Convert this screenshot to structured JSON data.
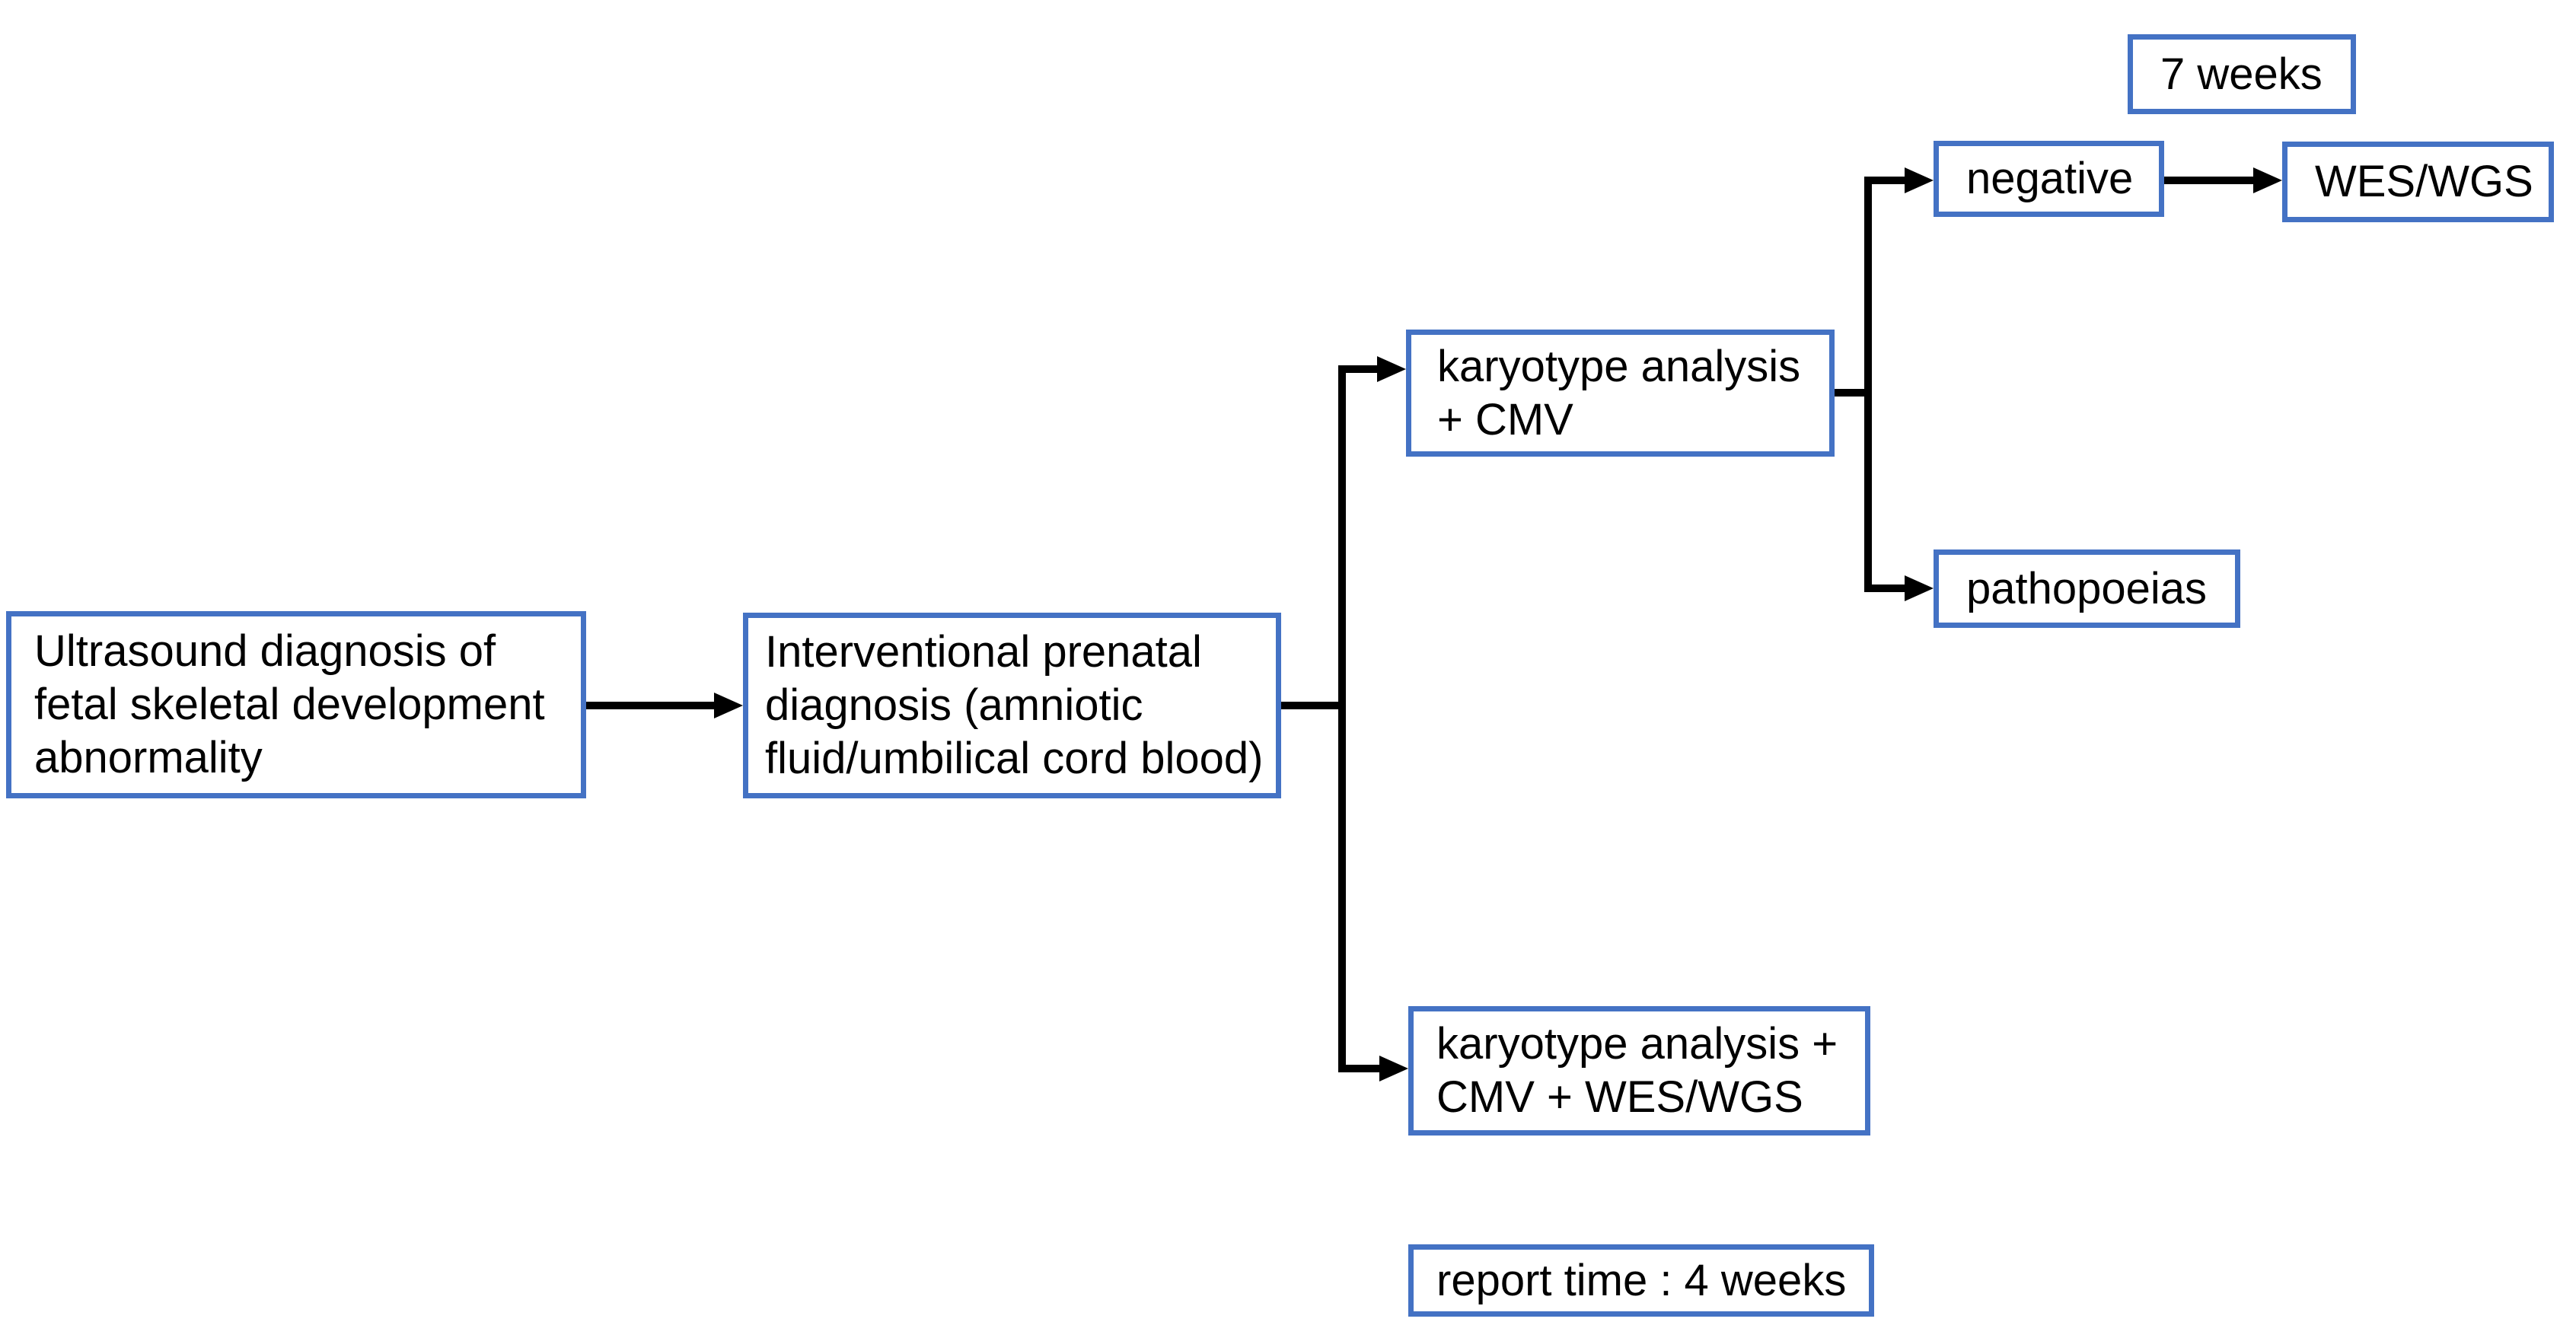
{
  "diagram": {
    "type": "flowchart",
    "background_color": "#ffffff",
    "node_border_color": "#4472c4",
    "connector_color": "#000000",
    "text_color": "#000000",
    "nodes": {
      "ultrasound": {
        "label": "Ultrasound diagnosis of fetal skeletal development abnormality"
      },
      "interventional": {
        "label": "Interventional prenatal diagnosis (amniotic fluid/umbilical cord blood)"
      },
      "karyotype_cmv": {
        "label": "karyotype analysis + CMV"
      },
      "seven_weeks": {
        "label": "7 weeks",
        "role": "annotation"
      },
      "negative": {
        "label": "negative"
      },
      "wes_wgs": {
        "label": "WES/WGS"
      },
      "pathopoeias": {
        "label": "pathopoeias"
      },
      "karyotype_cmv_wes": {
        "label": "karyotype analysis + CMV + WES/WGS"
      },
      "report_time": {
        "label": "report time : 4 weeks",
        "role": "annotation"
      }
    },
    "edges": [
      {
        "from": "ultrasound",
        "to": "interventional"
      },
      {
        "from": "interventional",
        "to": "karyotype_cmv"
      },
      {
        "from": "interventional",
        "to": "karyotype_cmv_wes"
      },
      {
        "from": "karyotype_cmv",
        "to": "negative"
      },
      {
        "from": "karyotype_cmv",
        "to": "pathopoeias"
      },
      {
        "from": "negative",
        "to": "wes_wgs"
      }
    ]
  }
}
